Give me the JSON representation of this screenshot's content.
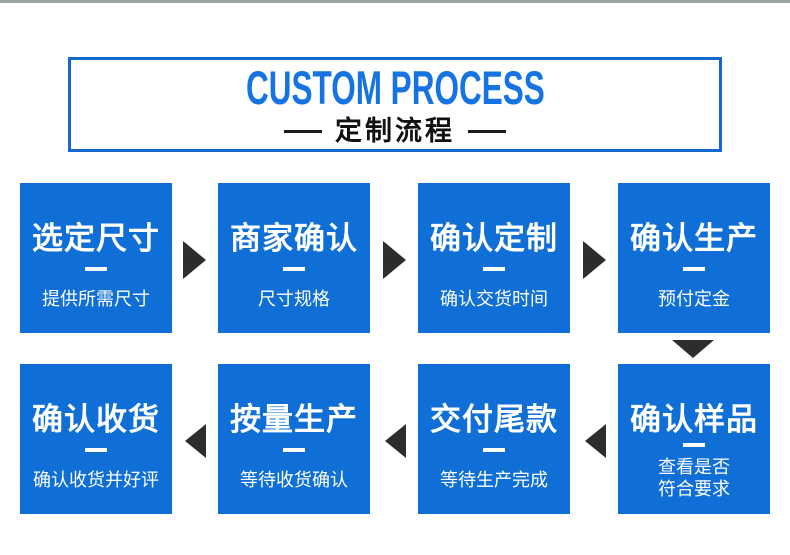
{
  "header": {
    "title_en": "CUSTOM PROCESS",
    "title_zh": "定制流程"
  },
  "colors": {
    "box_blue": "#0f6fd6",
    "header_text_blue": "#1574e2",
    "header_border_blue": "#1468cd",
    "arrow_dark": "#2d2d2d",
    "top_bar_gray": "#9ca1a1",
    "box_text": "#ffffff"
  },
  "steps": [
    {
      "title": "选定尺寸",
      "subtitle": "提供所需尺寸"
    },
    {
      "title": "商家确认",
      "subtitle": "尺寸规格"
    },
    {
      "title": "确认定制",
      "subtitle": "确认交货时间"
    },
    {
      "title": "确认生产",
      "subtitle": "预付定金"
    },
    {
      "title": "确认样品",
      "subtitle": "查看是否",
      "subtitle_line2": "符合要求"
    },
    {
      "title": "交付尾款",
      "subtitle": "等待生产完成"
    },
    {
      "title": "按量生产",
      "subtitle": "等待收货确认"
    },
    {
      "title": "确认收货",
      "subtitle": "确认收货并好评"
    }
  ]
}
